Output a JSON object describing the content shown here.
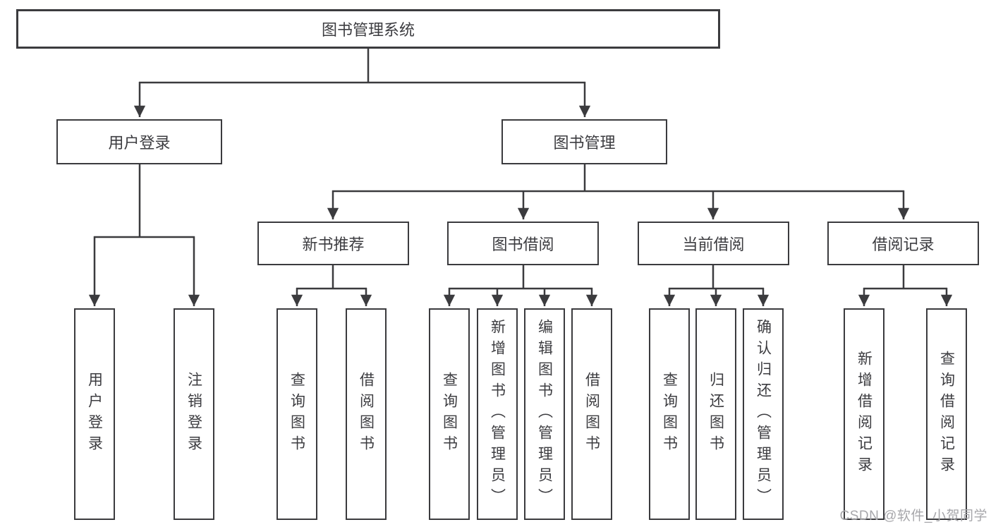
{
  "diagram": {
    "title": "图书管理系统",
    "level2": {
      "user_login": "用户登录",
      "book_management": "图书管理"
    },
    "level3": {
      "new_book_recommend": "新书推荐",
      "book_borrow": "图书借阅",
      "current_borrow": "当前借阅",
      "borrow_records": "借阅记录"
    },
    "leaves": {
      "login_user_login": "用户登录",
      "login_logout": "注销登录",
      "rec_query_books": "查询图书",
      "rec_borrow_books": "借阅图书",
      "bb_query_books": "查询图书",
      "bb_add_books_admin": "新增图书（管理员）",
      "bb_edit_books_admin": "编辑图书（管理员）",
      "bb_borrow_books": "借阅图书",
      "cb_query_books": "查询图书",
      "cb_return_books": "归还图书",
      "cb_confirm_return_admin": "确认归还（管理员）",
      "br_add_borrow_record": "新增借阅记录",
      "br_query_borrow_record": "查询借阅记录"
    }
  },
  "watermark": "CSDN @软件_小贺同学",
  "colors": {
    "line": "#3b3b3e",
    "text": "#3c3c40",
    "watermark_text": "#a7a7ab",
    "background": "#ffffff"
  }
}
